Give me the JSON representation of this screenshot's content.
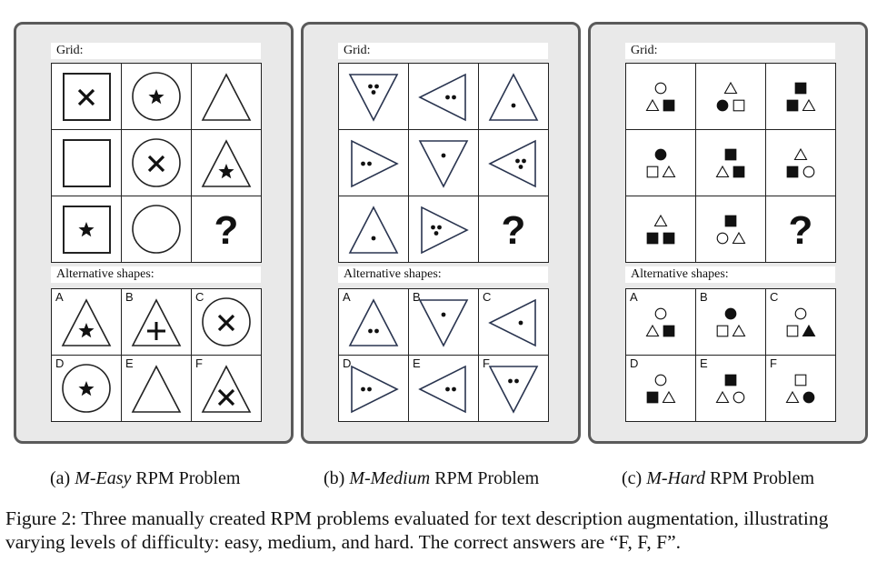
{
  "panels": [
    {
      "grid_label": "Grid:",
      "alt_label": "Alternative shapes:",
      "grid": [
        [
          {
            "outer": "square",
            "inner": "x"
          },
          {
            "outer": "circle",
            "inner": "star"
          },
          {
            "outer": "triangle",
            "inner": "none"
          }
        ],
        [
          {
            "outer": "square",
            "inner": "none"
          },
          {
            "outer": "circle",
            "inner": "x"
          },
          {
            "outer": "triangle",
            "inner": "star"
          }
        ],
        [
          {
            "outer": "square",
            "inner": "star"
          },
          {
            "outer": "circle",
            "inner": "none"
          },
          {
            "outer": "question",
            "inner": "none"
          }
        ]
      ],
      "alternatives": [
        {
          "letter": "A",
          "outer": "triangle",
          "inner": "star"
        },
        {
          "letter": "B",
          "outer": "triangle",
          "inner": "plus"
        },
        {
          "letter": "C",
          "outer": "circle",
          "inner": "x"
        },
        {
          "letter": "D",
          "outer": "circle",
          "inner": "star"
        },
        {
          "letter": "E",
          "outer": "triangle",
          "inner": "none"
        },
        {
          "letter": "F",
          "outer": "triangle",
          "inner": "x"
        }
      ],
      "caption_prefix": "(a) ",
      "caption_italic": "M-Easy",
      "caption_suffix": " RPM Problem"
    },
    {
      "grid_label": "Grid:",
      "alt_label": "Alternative shapes:",
      "grid": [
        [
          {
            "dir": "down",
            "dots": 3
          },
          {
            "dir": "left",
            "dots": 2
          },
          {
            "dir": "up",
            "dots": 1
          }
        ],
        [
          {
            "dir": "right",
            "dots": 2
          },
          {
            "dir": "down",
            "dots": 1
          },
          {
            "dir": "left",
            "dots": 3
          }
        ],
        [
          {
            "dir": "up",
            "dots": 1
          },
          {
            "dir": "right",
            "dots": 3
          },
          {
            "dir": "question",
            "dots": 0
          }
        ]
      ],
      "alternatives": [
        {
          "letter": "A",
          "dir": "up",
          "dots": 2
        },
        {
          "letter": "B",
          "dir": "down",
          "dots": 1
        },
        {
          "letter": "C",
          "dir": "left",
          "dots": 1
        },
        {
          "letter": "D",
          "dir": "right",
          "dots": 2
        },
        {
          "letter": "E",
          "dir": "left",
          "dots": 2
        },
        {
          "letter": "F",
          "dir": "down",
          "dots": 2
        }
      ],
      "caption_prefix": "(b) ",
      "caption_italic": "M-Medium",
      "caption_suffix": " RPM Problem"
    },
    {
      "grid_label": "Grid:",
      "alt_label": "Alternative shapes:",
      "grid": [
        [
          {
            "top": "circle-open",
            "bl": "triangle-open",
            "br": "square-filled"
          },
          {
            "top": "triangle-open",
            "bl": "circle-filled",
            "br": "square-open"
          },
          {
            "top": "square-filled",
            "bl": "square-filled",
            "br": "triangle-open"
          }
        ],
        [
          {
            "top": "circle-filled",
            "bl": "square-open",
            "br": "triangle-open"
          },
          {
            "top": "square-filled",
            "bl": "triangle-open",
            "br": "square-filled"
          },
          {
            "top": "triangle-open",
            "bl": "square-filled",
            "br": "circle-open"
          }
        ],
        [
          {
            "top": "triangle-open",
            "bl": "square-filled",
            "br": "square-filled"
          },
          {
            "top": "square-filled",
            "bl": "circle-open",
            "br": "triangle-open"
          },
          {
            "question": true
          }
        ]
      ],
      "alternatives": [
        {
          "letter": "A",
          "top": "circle-open",
          "bl": "triangle-open",
          "br": "square-filled"
        },
        {
          "letter": "B",
          "top": "circle-filled",
          "bl": "square-open",
          "br": "triangle-open"
        },
        {
          "letter": "C",
          "top": "circle-open",
          "bl": "square-open",
          "br": "triangle-filled"
        },
        {
          "letter": "D",
          "top": "circle-open",
          "bl": "square-filled",
          "br": "triangle-open"
        },
        {
          "letter": "E",
          "top": "square-filled",
          "bl": "triangle-open",
          "br": "circle-open"
        },
        {
          "letter": "F",
          "top": "square-open",
          "bl": "triangle-open",
          "br": "circle-filled"
        }
      ],
      "caption_prefix": "(c) ",
      "caption_italic": "M-Hard",
      "caption_suffix": " RPM Problem"
    }
  ],
  "question_mark": "?",
  "figure_caption": "Figure 2: Three manually created RPM problems evaluated for text description augmentation, illustrating varying levels of difficulty: easy, medium, and hard. The correct answers are “F, F, F”."
}
